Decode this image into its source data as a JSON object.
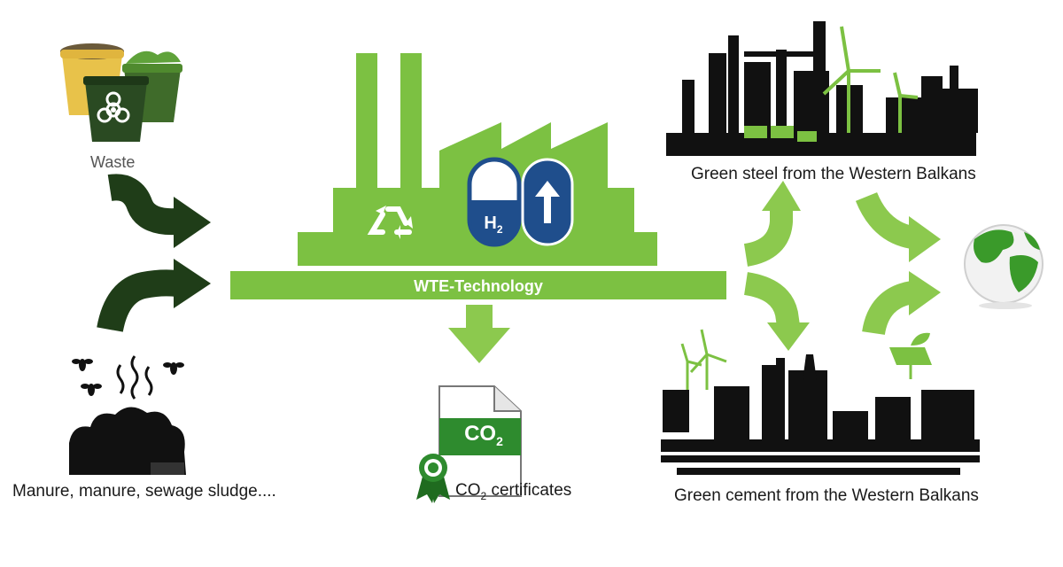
{
  "labels": {
    "waste": "Waste",
    "manure": "Manure, manure, sewage sludge....",
    "wte": "WTE-Technology",
    "steel": "Green steel from the Western Balkans",
    "cement": "Green cement from the Western Balkans",
    "co2_cert_prefix": "CO",
    "co2_cert_sub": "2",
    "co2_cert_suffix": " certificates",
    "co2_doc_main": "CO",
    "co2_doc_sub": "2",
    "h2_main": "H",
    "h2_sub": "2"
  },
  "colors": {
    "factory_green": "#7cc142",
    "dark_green": "#1f3d18",
    "light_arrow": "#8cc94e",
    "h2_blue": "#1f4e8c",
    "cert_green": "#2e8b2e",
    "silhouette": "#111111"
  },
  "icons": [
    "waste-bins-icon",
    "biohazard-icon",
    "recycle-icon",
    "hydrogen-capsule-icon",
    "up-arrow-icon",
    "co2-document-icon",
    "rosette-icon",
    "earth-globe-icon",
    "wind-turbine-icon",
    "solar-panel-icon",
    "fly-icon"
  ]
}
